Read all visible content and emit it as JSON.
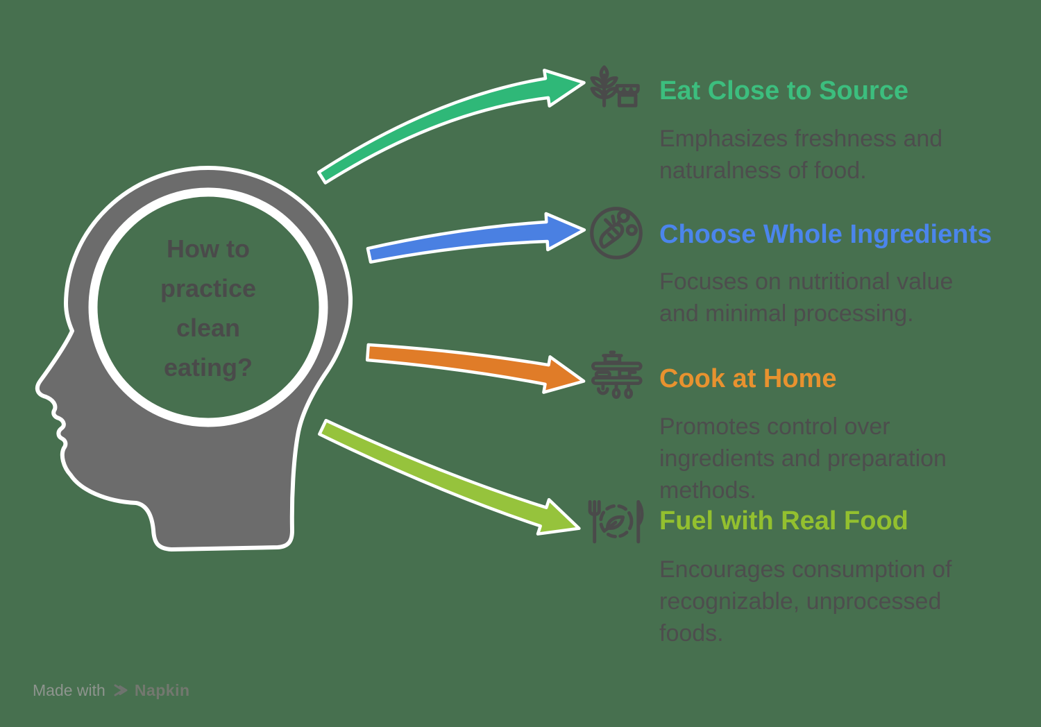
{
  "title": "How to practice clean eating?",
  "brain_text": "How to\npractice\nclean\neating?",
  "colors": {
    "background": "#47704F",
    "head_fill": "#6C6C6C",
    "outline_white": "#FFFFFF",
    "icon_stroke": "#4A4A4A",
    "body_text": "#4D4D4D",
    "brain_text": "#4A4A4A"
  },
  "items": [
    {
      "label": "Eat Close to Source",
      "accent": "#3CBE7E",
      "arrow_color": "#2FB878",
      "icon": "wheat-market-icon",
      "description": "Emphasizes freshness and\nnaturalness of food."
    },
    {
      "label": "Choose Whole Ingredients",
      "accent": "#4B85EC",
      "arrow_color": "#4A80E2",
      "icon": "plate-vegetables-icon",
      "description": "Focuses on nutritional value\nand minimal processing."
    },
    {
      "label": "Cook at Home",
      "accent": "#E8922F",
      "arrow_color": "#E07C28",
      "icon": "kitchen-shelf-icon",
      "description": "Promotes control over\ningredients and preparation\nmethods."
    },
    {
      "label": "Fuel with Real Food",
      "accent": "#93C02F",
      "arrow_color": "#96C33C",
      "icon": "plate-leaf-cutlery-icon",
      "description": "Encourages consumption of\nrecognizable, unprocessed\nfoods."
    }
  ],
  "watermark": {
    "prefix": "Made with",
    "brand": "Napkin"
  }
}
